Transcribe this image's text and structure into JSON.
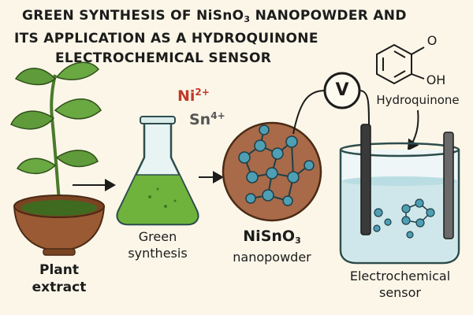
{
  "title": {
    "line1": "GREEN SYNTHESIS OF NiSnO",
    "line1_sub": "3",
    "line1_end": " NANOPOWDER AND",
    "line2": "ITS APPLICATION AS A HYDROQUINONE",
    "line3": "ELECTROCHEMICAL SENSOR"
  },
  "labels": {
    "plant_1": "Plant",
    "plant_2": "extract",
    "green_1": "Green",
    "green_2": "synthesis",
    "nano_name": "NiSnO",
    "nano_sub": "3",
    "nano_word": "nanopowder",
    "sensor_1": "Electrochemical",
    "sensor_2": "sensor",
    "hydroquinone": "Hydroquinone",
    "oh": "OH",
    "o": "O",
    "voltmeter": "V"
  },
  "ions": {
    "ni": "Ni",
    "ni_charge": "2+",
    "sn": "Sn",
    "sn_charge": "4+"
  },
  "colors": {
    "leaf": "#5f9b3a",
    "bowl": "#9a5a34",
    "liquid": "#6fb33c",
    "ni_ion": "#c0392b",
    "sn_ion": "#555555",
    "atom": "#4e9fb3",
    "beaker_water": "#cfe7ea"
  }
}
